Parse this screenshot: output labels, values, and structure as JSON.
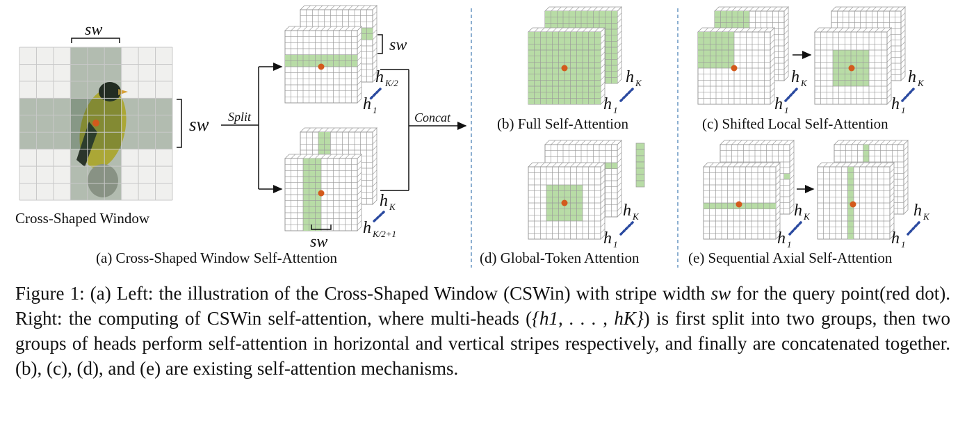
{
  "panels": {
    "a": {
      "image_label": "Cross-Shaped Window",
      "sw": "sw",
      "split": "Split",
      "concat": "Concat",
      "hk2": "h",
      "hk2_sub": "K/2",
      "h1": "h",
      "h1_sub": "1",
      "hk": "h",
      "hk_sub": "K",
      "hk21": "h",
      "hk21_sub": "K/2+1",
      "caption": "(a) Cross-Shaped Window Self-Attention"
    },
    "b": {
      "caption": "(b) Full Self-Attention",
      "hk": "h",
      "hk_sub": "K",
      "h1": "h",
      "h1_sub": "1"
    },
    "c": {
      "caption": "(c) Shifted Local Self-Attention",
      "hk": "h",
      "hk_sub": "K",
      "h1": "h",
      "h1_sub": "1"
    },
    "d": {
      "caption": "(d) Global-Token Attention",
      "hk": "h",
      "hk_sub": "K",
      "h1": "h",
      "h1_sub": "1"
    },
    "e": {
      "caption": "(e) Sequential Axial Self-Attention",
      "hk": "h",
      "hk_sub": "K",
      "h1": "h",
      "h1_sub": "1"
    }
  },
  "caption": {
    "p1": "Figure 1: (a) Left: the illustration of the Cross-Shaped Window (CSWin) with stripe width ",
    "sw": "sw",
    "p2": " for the query point(red dot). Right: the computing of CSWin self-attention, where multi-heads (",
    "heads": "{h1, . . . , hK}",
    "p3": ") is first split into two groups, then two groups of heads perform self-attention in horizontal and vertical stripes respectively, and finally are concatenated together. (b), (c), (d), and (e) are existing self-attention mechanisms."
  },
  "colors": {
    "highlight": "#b8dca6",
    "dot": "#d35a1c",
    "dashed": "#5b8dbd",
    "grid": "#9a9a9a",
    "bird": "#e6d23a"
  }
}
